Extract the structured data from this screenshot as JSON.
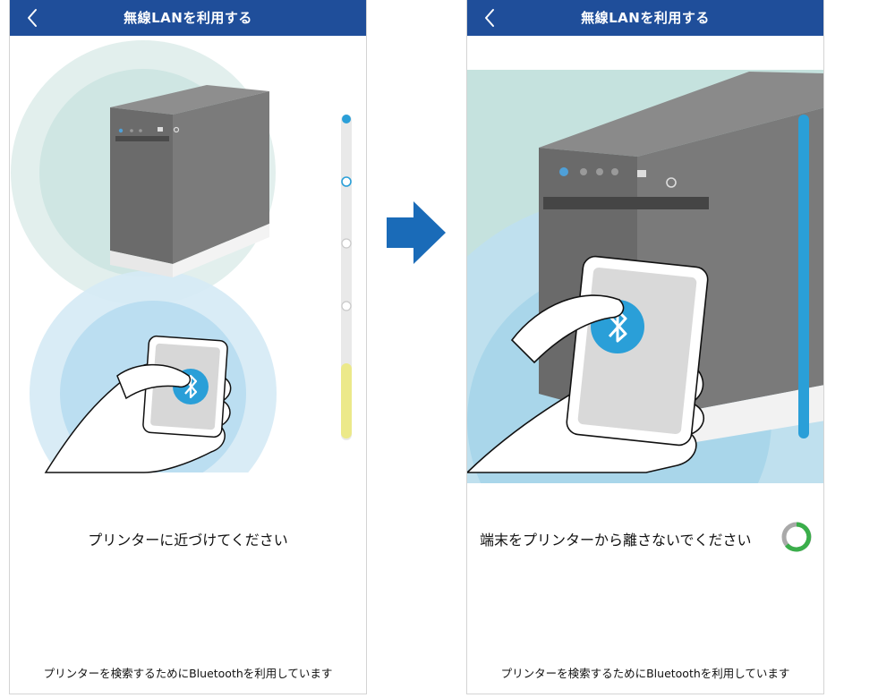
{
  "screen1": {
    "header_title": "無線LANを利用する",
    "instruction": "プリンターに近づけてください",
    "footer": "プリンターを検索するためにBluetoothを利用しています",
    "signal_meter": {
      "levels": 5,
      "active_level": 2
    }
  },
  "screen2": {
    "header_title": "無線LANを利用する",
    "instruction": "端末をプリンターから離さないでください",
    "footer": "プリンターを検索するためにBluetoothを利用しています",
    "signal_meter": {
      "level_fraction": 1.0
    }
  },
  "colors": {
    "header_bg": "#1f4e9a",
    "arrow": "#1a6bb8",
    "bluetooth": "#2a9fd8",
    "meter_yellow": "#ece98a",
    "meter_blue": "#2a9fd8",
    "spinner_green": "#3aae4a",
    "spinner_gray": "#a9a9a9"
  },
  "icons": {
    "back": "chevron-left-icon",
    "bluetooth": "bluetooth-icon",
    "flow_arrow": "right-arrow-icon",
    "spinner": "loading-spinner-icon"
  }
}
